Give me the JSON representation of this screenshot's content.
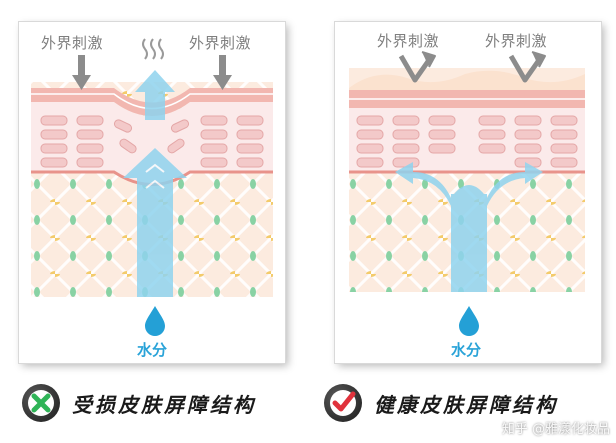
{
  "left_panel": {
    "label_left": "外界刺激",
    "label_right": "外界刺激",
    "water_label": "水分",
    "caption": "受损皮肤屏障结构",
    "status_icon": "cross-icon",
    "status_color": "#2fb457"
  },
  "right_panel": {
    "label_left": "外界刺激",
    "label_right": "外界刺激",
    "water_label": "水分",
    "caption": "健康皮肤屏障结构",
    "status_icon": "check-icon",
    "status_color": "#e0323c"
  },
  "watermark": "知乎 @雅漾化妆品",
  "colors": {
    "water_blue": "#8fd3ee",
    "water_drop": "#24a0d6",
    "stratum_pink": "#f2b7b0",
    "dermis": "#fcebdf",
    "fiber_green": "#7ccf9e"
  }
}
